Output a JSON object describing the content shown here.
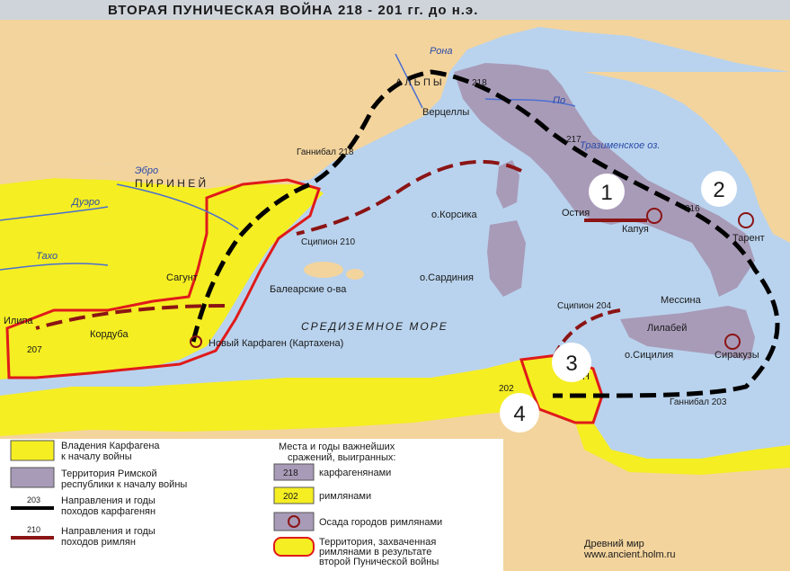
{
  "title": "ВТОРАЯ ПУНИЧЕСКАЯ ВОЙНА 218 - 201 гг. до н.э.",
  "colors": {
    "sea": "#b9d3ee",
    "land": "#f3d49d",
    "carthage": "#f5ee22",
    "rome": "#a89bb8",
    "red_border": "#e01a1a",
    "carthage_route": "#000000",
    "roman_route": "#8b1414",
    "river": "#4a6fd1"
  },
  "labels": {
    "alps": "А Л Ь П Ы",
    "pyrenees": "П И Р И Н Е Й",
    "vercellae": "Верцеллы",
    "battle_218": "218",
    "hannibal_218": "Ганнибал\n218",
    "trasimene": "Тразименское\nоз.",
    "battle_217": "217",
    "ostia": "Остия",
    "capua": "Капуя",
    "battle_216": "216",
    "tarentum": "Тарент",
    "corsica": "о.Корсика",
    "sardinia": "о.Сардиния",
    "balearic": "Балеарские о-ва",
    "saguntum": "Сагунт",
    "new_carthage": "Новый Карфаген\n(Картахена)",
    "corduba": "Кордуба",
    "ilipa": "Илипа",
    "battle_207": "207",
    "scipio_210": "Сципион 210",
    "scipio_204": "Сципион 204",
    "messana": "Мессина",
    "lilybaeum": "Лилабей",
    "sicily": "о.Сицилия",
    "syracuse": "Сиракузы",
    "hannibal_203": "Ганнибал 203",
    "battle_202": "202",
    "sea": "СРЕДИЗЕМНОЕ  МОРЕ",
    "h_mark": "Н"
  },
  "rivers": {
    "rhone": "Рона",
    "po": "По",
    "ebro": "Эбро",
    "duero": "Дуэро",
    "tajo": "Тахо"
  },
  "markers": [
    "1",
    "2",
    "3",
    "4"
  ],
  "legend": {
    "left": [
      {
        "text": "Владения Карфагена\nк началу войны"
      },
      {
        "text": "Территория Римской\nреспублики к началу войны"
      },
      {
        "text": "Направления и годы\nпоходов карфагенян",
        "year": "203"
      },
      {
        "text": "Направления и годы\nпоходов римлян",
        "year": "210"
      }
    ],
    "battles_header": "Места и годы важнейших\nсражений, выигранных:",
    "battles": [
      {
        "badge": "218",
        "text": "карфагенянами"
      },
      {
        "badge": "202",
        "text": "римлянами"
      },
      {
        "badge": "",
        "text": "Осада городов римлянами"
      },
      {
        "badge": "",
        "text": "Территория, захваченная\nримлянами в результате\nвторой Пунической войны"
      }
    ]
  },
  "credit": "Древний мир\nwww.ancient.holm.ru"
}
